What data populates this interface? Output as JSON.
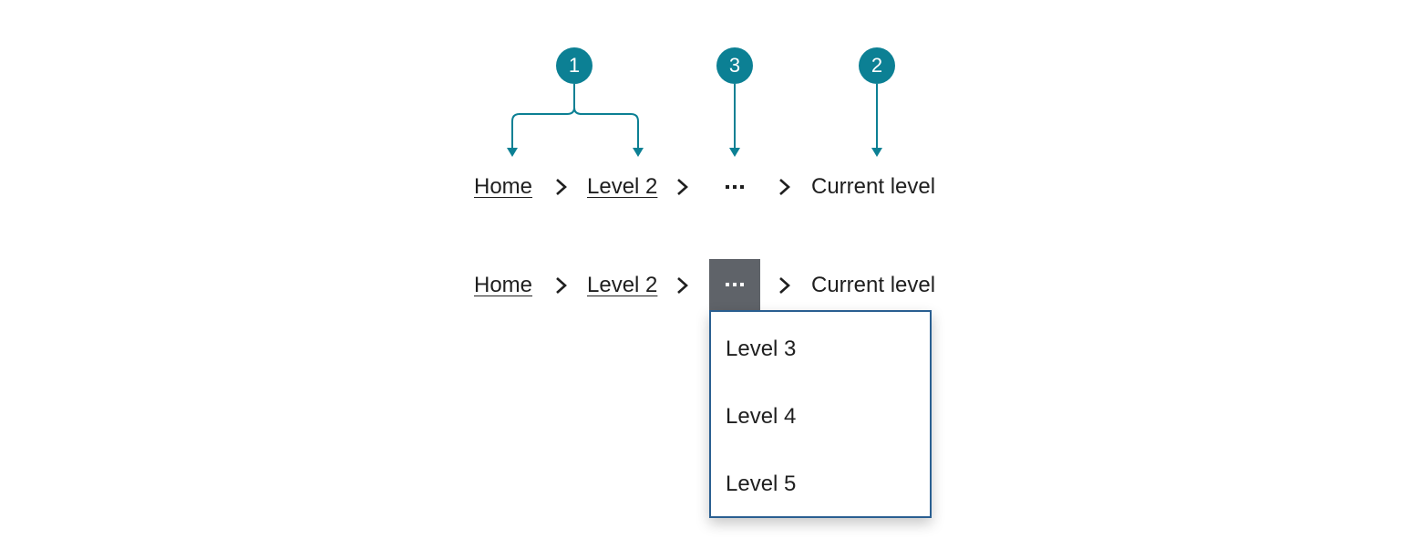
{
  "colors": {
    "accent": "#0c8094",
    "text": "#1f1f1f",
    "overflow_button_bg": "#5f6369",
    "dropdown_border": "#2a5f91"
  },
  "annotations": {
    "markers": [
      {
        "number": "1",
        "target": "link levels"
      },
      {
        "number": "3",
        "target": "overflow menu"
      },
      {
        "number": "2",
        "target": "current level"
      }
    ]
  },
  "breadcrumb_collapsed": {
    "home": "Home",
    "level2": "Level 2",
    "current": "Current level",
    "separator_icon": "chevron-right-icon",
    "overflow_icon": "ellipsis-icon"
  },
  "breadcrumb_expanded": {
    "home": "Home",
    "level2": "Level 2",
    "current": "Current level",
    "separator_icon": "chevron-right-icon",
    "overflow_icon": "ellipsis-icon",
    "menu_items": [
      "Level 3",
      "Level 4",
      "Level 5"
    ]
  }
}
